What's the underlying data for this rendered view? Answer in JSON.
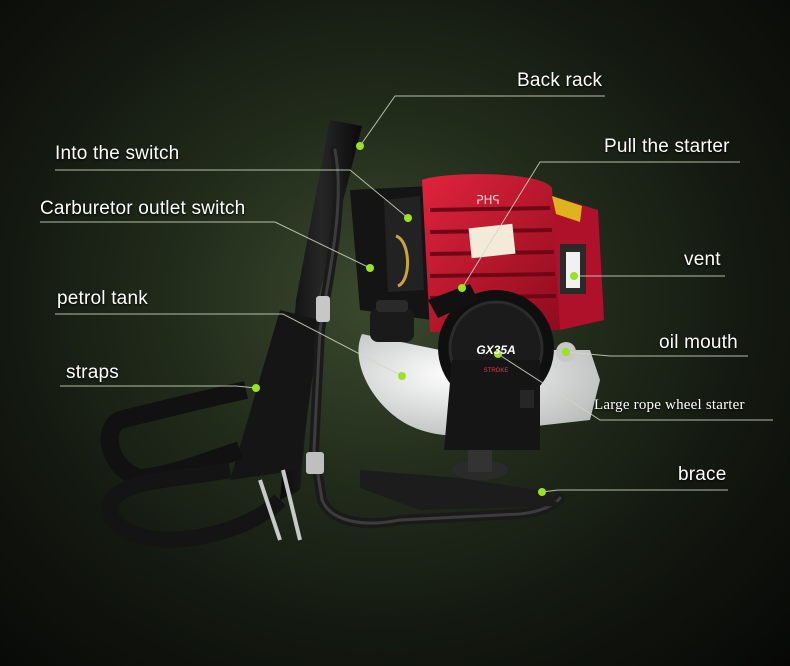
{
  "labels": {
    "back_rack": "Back rack",
    "into_switch": "Into the switch",
    "carb_switch": "Carburetor outlet switch",
    "petrol_tank": "petrol tank",
    "straps": "straps",
    "pull_starter": "Pull the starter",
    "vent": "vent",
    "oil_mouth": "oil mouth",
    "rope_starter": "Large rope wheel starter",
    "brace": "brace"
  },
  "product": {
    "model_badge": "GX35A",
    "badge_sub": "STROKE",
    "shroud_logo": "ᕈᕼᕋ"
  },
  "colors": {
    "shroud_red": "#c8102e",
    "marker_green": "#9be21f",
    "tank_white": "#eef0ee",
    "strap_black": "#111111"
  }
}
